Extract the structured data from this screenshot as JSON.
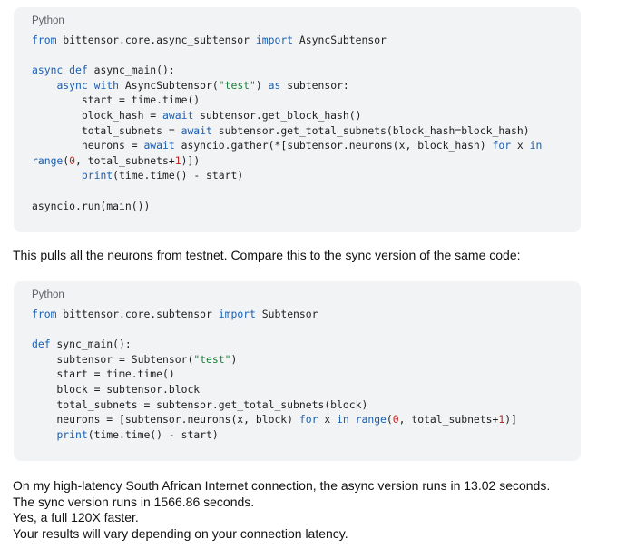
{
  "code_blocks": [
    {
      "language": "Python",
      "lines": [
        [
          {
            "t": "from",
            "c": "kw"
          },
          {
            "t": " bittensor.core.async_subtensor "
          },
          {
            "t": "import",
            "c": "kw"
          },
          {
            "t": " AsyncSubtensor"
          }
        ],
        [],
        [
          {
            "t": "async def",
            "c": "kw"
          },
          {
            "t": " async_main():"
          }
        ],
        [
          {
            "t": "    "
          },
          {
            "t": "async with",
            "c": "kw"
          },
          {
            "t": " AsyncSubtensor("
          },
          {
            "t": "\"test\"",
            "c": "str"
          },
          {
            "t": ") "
          },
          {
            "t": "as",
            "c": "kw"
          },
          {
            "t": " subtensor:"
          }
        ],
        [
          {
            "t": "        start = time.time()"
          }
        ],
        [
          {
            "t": "        block_hash = "
          },
          {
            "t": "await",
            "c": "kw"
          },
          {
            "t": " subtensor.get_block_hash()"
          }
        ],
        [
          {
            "t": "        total_subnets = "
          },
          {
            "t": "await",
            "c": "kw"
          },
          {
            "t": " subtensor.get_total_subnets(block_hash=block_hash)"
          }
        ],
        [
          {
            "t": "        neurons = "
          },
          {
            "t": "await",
            "c": "kw"
          },
          {
            "t": " asyncio.gather(*[subtensor.neurons(x, block_hash) "
          },
          {
            "t": "for",
            "c": "kw"
          },
          {
            "t": " x "
          },
          {
            "t": "in",
            "c": "kw"
          }
        ],
        [
          {
            "t": "range",
            "c": "kw"
          },
          {
            "t": "("
          },
          {
            "t": "0",
            "c": "num"
          },
          {
            "t": ", total_subnets+"
          },
          {
            "t": "1",
            "c": "num"
          },
          {
            "t": ")])"
          }
        ],
        [
          {
            "t": "        "
          },
          {
            "t": "print",
            "c": "kw"
          },
          {
            "t": "(time.time() - start)"
          }
        ],
        [],
        [
          {
            "t": "asyncio.run(main())"
          }
        ]
      ]
    },
    {
      "language": "Python",
      "lines": [
        [
          {
            "t": "from",
            "c": "kw"
          },
          {
            "t": " bittensor.core.subtensor "
          },
          {
            "t": "import",
            "c": "kw"
          },
          {
            "t": " Subtensor"
          }
        ],
        [],
        [
          {
            "t": "def",
            "c": "kw"
          },
          {
            "t": " sync_main():"
          }
        ],
        [
          {
            "t": "    subtensor = Subtensor("
          },
          {
            "t": "\"test\"",
            "c": "str"
          },
          {
            "t": ")"
          }
        ],
        [
          {
            "t": "    start = time.time()"
          }
        ],
        [
          {
            "t": "    block = subtensor.block"
          }
        ],
        [
          {
            "t": "    total_subnets = subtensor.get_total_subnets(block)"
          }
        ],
        [
          {
            "t": "    neurons = [subtensor.neurons(x, block) "
          },
          {
            "t": "for",
            "c": "kw"
          },
          {
            "t": " x "
          },
          {
            "t": "in",
            "c": "kw"
          },
          {
            "t": " "
          },
          {
            "t": "range",
            "c": "kw"
          },
          {
            "t": "("
          },
          {
            "t": "0",
            "c": "num"
          },
          {
            "t": ", total_subnets+"
          },
          {
            "t": "1",
            "c": "num"
          },
          {
            "t": ")]"
          }
        ],
        [
          {
            "t": "    "
          },
          {
            "t": "print",
            "c": "kw"
          },
          {
            "t": "(time.time() - start)"
          }
        ]
      ]
    }
  ],
  "intro_text": "This pulls all the neurons from testnet. Compare this to the sync version of the same code:",
  "results": [
    "On my high-latency South African Internet connection, the async version runs in 13.02 seconds.",
    "The sync version runs in 1566.86 seconds.",
    "Yes, a full 120X faster.",
    "Your results will vary depending on your connection latency."
  ],
  "colors": {
    "keyword": "#1a5fb4",
    "string": "#188038",
    "number": "#c5221f",
    "code_background": "#f1f3f4"
  }
}
